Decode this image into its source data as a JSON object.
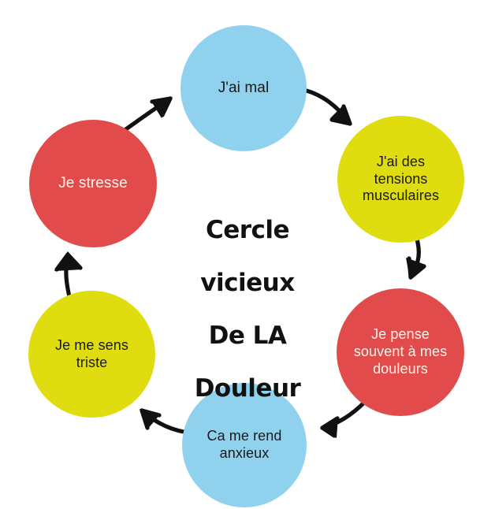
{
  "diagram": {
    "type": "cycle",
    "title_lines": [
      "Cercle",
      "vicieux",
      "De LA",
      "Douleur"
    ],
    "title_plain": "Cercle vicieux de la douleur",
    "background_color": "#ffffff",
    "palette": {
      "blue": "#90d2ee",
      "yellow": "#dfdc10",
      "red": "#e14b4b",
      "text_dark": "#1a1a1a",
      "text_light": "#fdf6ec",
      "arrow": "#111111"
    },
    "nodes": [
      {
        "id": "jai-mal",
        "label": "J'ai mal",
        "color": "#90d2ee",
        "text_color": "#1a1a1a",
        "position": "top",
        "order": 1
      },
      {
        "id": "tensions-musculaires",
        "label": "J'ai des\ntensions\nmusculaires",
        "color": "#dfdc10",
        "text_color": "#1a1a1a",
        "position": "top-right",
        "order": 2
      },
      {
        "id": "je-pense-souvent",
        "label": "Je pense\nsouvent à mes\ndouleurs",
        "color": "#e14b4b",
        "text_color": "#fdf6ec",
        "position": "bottom-right",
        "order": 3
      },
      {
        "id": "ca-me-rend-anxieux",
        "label": "Ca me rend\nanxieux",
        "color": "#90d2ee",
        "text_color": "#1a1a1a",
        "position": "bottom",
        "order": 4
      },
      {
        "id": "je-me-sens-triste",
        "label": "Je me sens\ntriste",
        "color": "#dfdc10",
        "text_color": "#1a1a1a",
        "position": "bottom-left",
        "order": 5
      },
      {
        "id": "je-stresse",
        "label": "Je stresse",
        "color": "#e14b4b",
        "text_color": "#fdf6ec",
        "position": "top-left",
        "order": 6
      }
    ],
    "arrows": [
      {
        "id": "arrow-jai-mal-to-tensions",
        "from": "jai-mal",
        "to": "tensions-musculaires"
      },
      {
        "id": "arrow-tensions-to-je-pense",
        "from": "tensions-musculaires",
        "to": "je-pense-souvent"
      },
      {
        "id": "arrow-je-pense-to-anxieux",
        "from": "je-pense-souvent",
        "to": "ca-me-rend-anxieux"
      },
      {
        "id": "arrow-anxieux-to-triste",
        "from": "ca-me-rend-anxieux",
        "to": "je-me-sens-triste"
      },
      {
        "id": "arrow-triste-to-stresse",
        "from": "je-me-sens-triste",
        "to": "je-stresse"
      },
      {
        "id": "arrow-stresse-to-jai-mal",
        "from": "je-stresse",
        "to": "jai-mal"
      }
    ]
  }
}
